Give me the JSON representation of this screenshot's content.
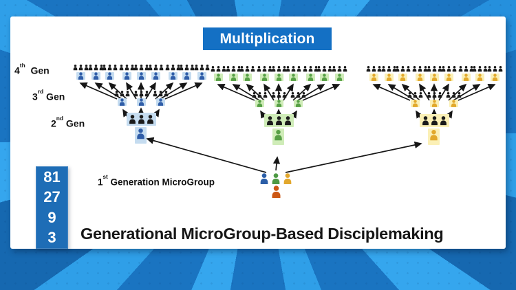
{
  "banner": {
    "label": "Multiplication"
  },
  "gen_labels": [
    {
      "base": "4",
      "sup": "th",
      "word": "  Gen"
    },
    {
      "base": "3",
      "sup": "rd",
      "word": " Gen"
    },
    {
      "base": "2",
      "sup": "nd",
      "word": " Gen"
    }
  ],
  "first_gen_label": {
    "base": "1",
    "sup": "st",
    "word": " Generation MicroGroup"
  },
  "counts": {
    "values": [
      "81",
      "27",
      "9",
      "3"
    ]
  },
  "footer_title": "Generational MicroGroup-Based Disciplemaking",
  "trees": [
    {
      "id": "blue",
      "gen4_groups": 9,
      "gen3_groups": 3,
      "gen2_groups": 1,
      "members_per_group": 3,
      "person_color": "#2f5da8",
      "highlight_color": "#c5dcf0"
    },
    {
      "id": "green",
      "gen4_groups": 9,
      "gen3_groups": 3,
      "gen2_groups": 1,
      "members_per_group": 3,
      "person_color": "#57a046",
      "highlight_color": "#cfecb8"
    },
    {
      "id": "gold",
      "gen4_groups": 9,
      "gen3_groups": 3,
      "gen2_groups": 1,
      "members_per_group": 3,
      "person_color": "#e2a92c",
      "highlight_color": "#fbf0b6"
    }
  ],
  "first_gen_group": {
    "member_colors": [
      "#2b5ea7",
      "#4e9a44",
      "#e2a82e"
    ],
    "leader_color": "#cc5714"
  },
  "colors": {
    "banner_bg": "#1470c4",
    "counts_bg": "#1e6db6",
    "group_icon": "#1b1b1b",
    "arrow": "#161616",
    "card_bg": "#ffffff",
    "ray_light": "#2f9fe8",
    "ray_dark": "#1a74c1"
  }
}
